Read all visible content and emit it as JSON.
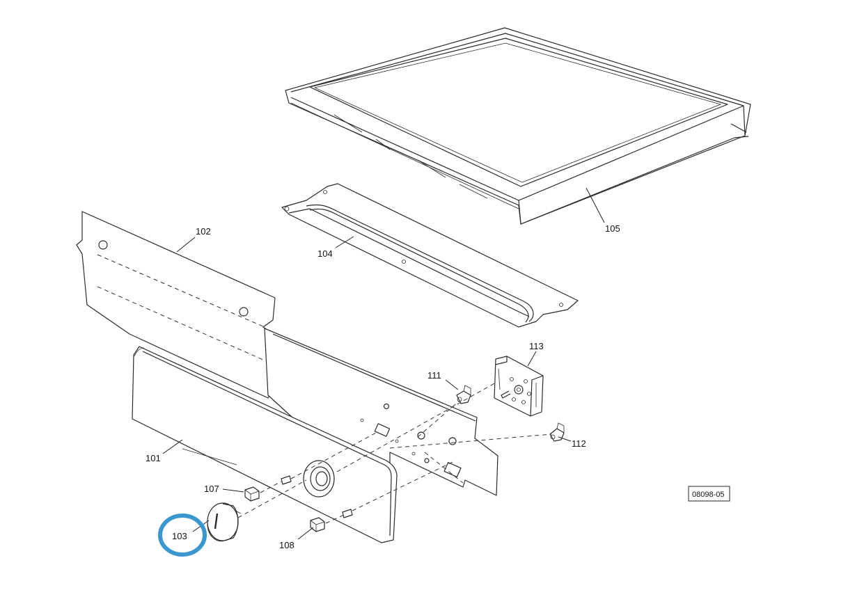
{
  "diagram": {
    "code_label": "08098-05",
    "highlight_color": "#3b97cf",
    "parts": [
      {
        "id": "p101",
        "label": "101"
      },
      {
        "id": "p102",
        "label": "102"
      },
      {
        "id": "p103",
        "label": "103",
        "highlighted": true
      },
      {
        "id": "p104",
        "label": "104"
      },
      {
        "id": "p105",
        "label": "105"
      },
      {
        "id": "p107",
        "label": "107"
      },
      {
        "id": "p108",
        "label": "108"
      },
      {
        "id": "p111",
        "label": "111"
      },
      {
        "id": "p112",
        "label": "112"
      },
      {
        "id": "p113",
        "label": "113"
      }
    ]
  }
}
